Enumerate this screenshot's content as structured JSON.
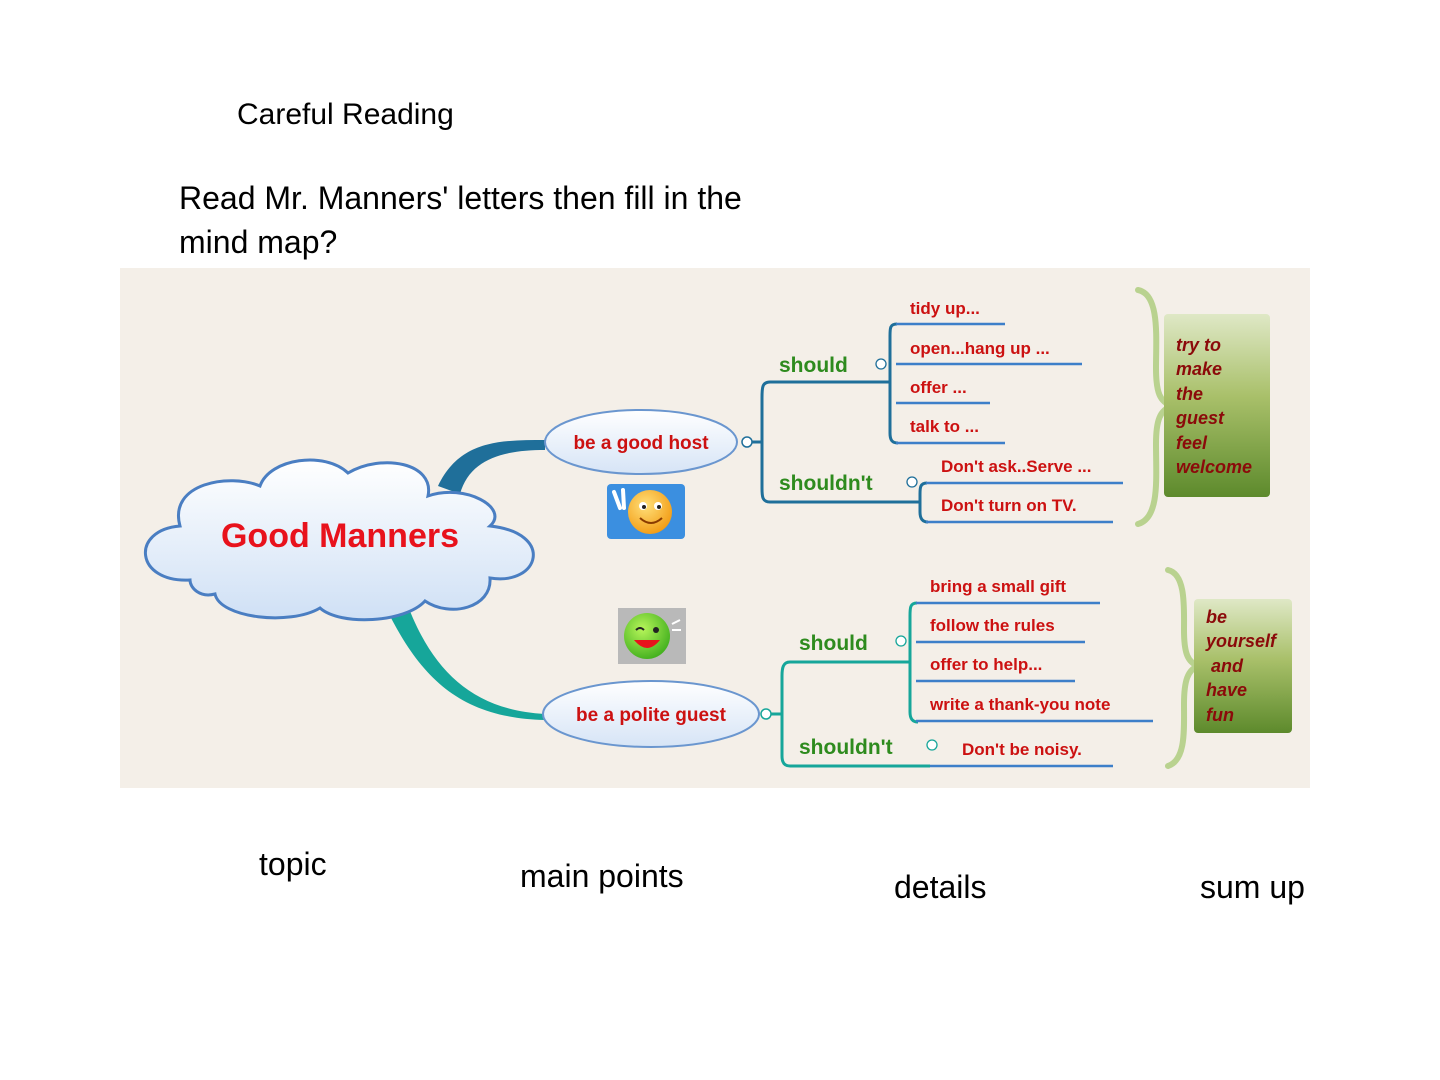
{
  "section_title": "Careful Reading",
  "instruction": "Read Mr. Manners' letters then fill in the mind map?",
  "mind_map": {
    "topic": "Good Manners",
    "branches": [
      {
        "label": "be a good host",
        "should_label": "should",
        "should": [
          "tidy up...",
          "open...hang up ...",
          "offer ...",
          "talk to ..."
        ],
        "shouldnt_label": "shouldn't",
        "shouldnt": [
          "Don't ask..Serve ...",
          "Don't turn on TV."
        ],
        "summary": [
          "try to",
          "make",
          "the",
          "guest",
          "feel",
          "welcome"
        ]
      },
      {
        "label": "be a polite guest",
        "should_label": "should",
        "should": [
          "bring a small gift",
          "follow the rules",
          "offer to help...",
          "write a thank-you note"
        ],
        "shouldnt_label": "shouldn't",
        "shouldnt": [
          "Don't be noisy."
        ],
        "summary": [
          "be",
          "yourself",
          " and",
          "have",
          "fun"
        ]
      }
    ]
  },
  "captions": {
    "topic": "topic",
    "main_points": "main points",
    "details": "details",
    "sum_up": "sum up"
  },
  "colors": {
    "detail_text": "#cc1111",
    "should_text": "#2e8b1e",
    "host_line": "#1f6f9a",
    "guest_line": "#16a69a",
    "summary_box": "#7a9a3c",
    "summary_text": "#8b0a0a",
    "brace": "#b9d28f"
  }
}
